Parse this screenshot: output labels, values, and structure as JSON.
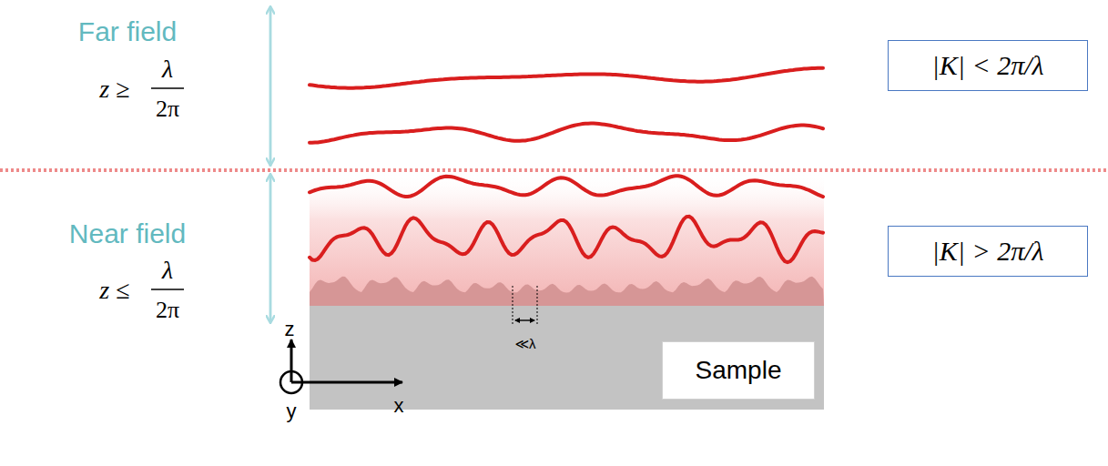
{
  "diagram": {
    "nodes": [
      {
        "text": [
          "|K| < 2π/λ"
        ]
      },
      {
        "text": [
          "|K| > 2π/λ"
        ]
      },
      {
        "text": [
          "Sample"
        ]
      }
    ],
    "labels": [
      "Far field",
      "z ≥",
      "λ",
      "2π",
      "Near field",
      "z ≤",
      "λ",
      "2π",
      "≪λ",
      "z",
      "x",
      "y"
    ]
  }
}
